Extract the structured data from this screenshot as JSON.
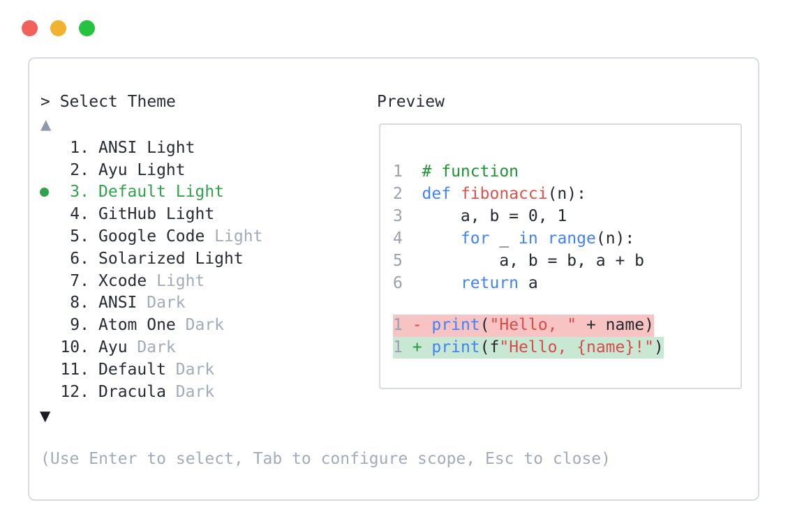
{
  "window": {
    "controls": [
      {
        "name": "close",
        "color": "#f4605a"
      },
      {
        "name": "minimize",
        "color": "#f1b32f"
      },
      {
        "name": "maximize",
        "color": "#26c33f"
      }
    ]
  },
  "theme_picker": {
    "title": "> Select Theme",
    "scroll_up_indicator": "▲",
    "scroll_down_indicator": "▼",
    "items": [
      {
        "number": "1.",
        "name": "ANSI",
        "variant": "Light",
        "variant_muted": false,
        "selected": false
      },
      {
        "number": "2.",
        "name": "Ayu",
        "variant": "Light",
        "variant_muted": false,
        "selected": false
      },
      {
        "number": "3.",
        "name": "Default",
        "variant": "Light",
        "variant_muted": false,
        "selected": true
      },
      {
        "number": "4.",
        "name": "GitHub",
        "variant": "Light",
        "variant_muted": false,
        "selected": false
      },
      {
        "number": "5.",
        "name": "Google Code",
        "variant": "Light",
        "variant_muted": true,
        "selected": false
      },
      {
        "number": "6.",
        "name": "Solarized",
        "variant": "Light",
        "variant_muted": false,
        "selected": false
      },
      {
        "number": "7.",
        "name": "Xcode",
        "variant": "Light",
        "variant_muted": true,
        "selected": false
      },
      {
        "number": "8.",
        "name": "ANSI",
        "variant": "Dark",
        "variant_muted": true,
        "selected": false
      },
      {
        "number": "9.",
        "name": "Atom One",
        "variant": "Dark",
        "variant_muted": true,
        "selected": false
      },
      {
        "number": "10.",
        "name": "Ayu",
        "variant": "Dark",
        "variant_muted": true,
        "selected": false
      },
      {
        "number": "11.",
        "name": "Default",
        "variant": "Dark",
        "variant_muted": true,
        "selected": false
      },
      {
        "number": "12.",
        "name": "Dracula",
        "variant": "Dark",
        "variant_muted": true,
        "selected": false
      }
    ],
    "hint": "(Use Enter to select, Tab to configure scope, Esc to close)"
  },
  "preview": {
    "title": "Preview",
    "code_lines": [
      {
        "number": "1",
        "tokens": [
          {
            "t": "# function",
            "c": "cm"
          }
        ]
      },
      {
        "number": "2",
        "tokens": [
          {
            "t": "def",
            "c": "kw"
          },
          {
            "t": " ",
            "c": "pl"
          },
          {
            "t": "fibonacci",
            "c": "fn"
          },
          {
            "t": "(n):",
            "c": "pl"
          }
        ]
      },
      {
        "number": "3",
        "tokens": [
          {
            "t": "    a, b = 0, 1",
            "c": "pl"
          }
        ]
      },
      {
        "number": "4",
        "tokens": [
          {
            "t": "    ",
            "c": "pl"
          },
          {
            "t": "for",
            "c": "kw"
          },
          {
            "t": " _ ",
            "c": "pl"
          },
          {
            "t": "in",
            "c": "kw"
          },
          {
            "t": " ",
            "c": "pl"
          },
          {
            "t": "range",
            "c": "kw"
          },
          {
            "t": "(n):",
            "c": "pl"
          }
        ]
      },
      {
        "number": "5",
        "tokens": [
          {
            "t": "        a, b = b, a + b",
            "c": "pl"
          }
        ]
      },
      {
        "number": "6",
        "tokens": [
          {
            "t": "    ",
            "c": "pl"
          },
          {
            "t": "return",
            "c": "kw"
          },
          {
            "t": " a",
            "c": "pl"
          }
        ]
      }
    ],
    "diff_lines": [
      {
        "number": "1",
        "marker": "-",
        "type": "removed",
        "tokens": [
          {
            "t": "print",
            "c": "kw"
          },
          {
            "t": "(",
            "c": "pl"
          },
          {
            "t": "\"Hello, \"",
            "c": "str"
          },
          {
            "t": " + name)",
            "c": "pl"
          }
        ]
      },
      {
        "number": "1",
        "marker": "+",
        "type": "added",
        "tokens": [
          {
            "t": "print",
            "c": "kw"
          },
          {
            "t": "(f",
            "c": "pl"
          },
          {
            "t": "\"Hello, {name}!\"",
            "c": "str"
          },
          {
            "t": ")",
            "c": "pl"
          }
        ]
      }
    ]
  },
  "colors": {
    "text": "#262b33",
    "muted": "#a3abb9",
    "selected": "#31a24c",
    "line_number": "#9aa1ac",
    "comment": "#1f9334",
    "keyword": "#4182f4",
    "function_name": "#e0514e",
    "string": "#d84b4b",
    "plain": "#24282f",
    "removed_marker": "#d8463f",
    "added_marker": "#2b9348",
    "removed_bg": "#f7c3c3",
    "added_bg": "#c9e8d4",
    "scroll_up": "#8e99a9",
    "scroll_down": "#1a1d24",
    "border": "#d7dbe2"
  }
}
